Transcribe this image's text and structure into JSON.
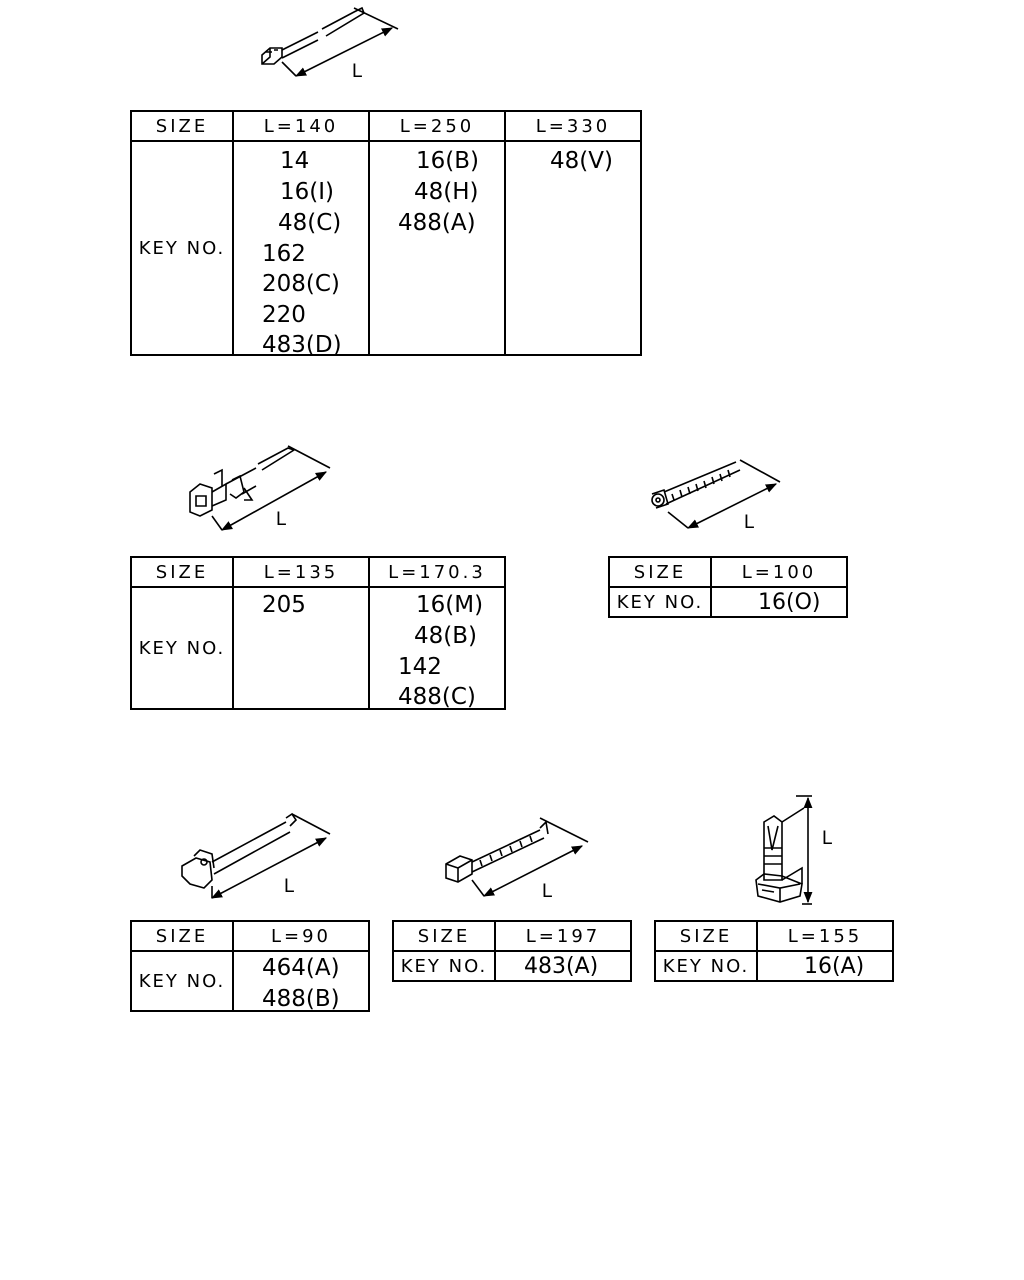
{
  "labels": {
    "size": "SIZE",
    "key_no": "KEY NO.",
    "dimension": "L"
  },
  "table1": {
    "headers": [
      "L=140",
      "L=250",
      "L=330"
    ],
    "col1": [
      "14",
      "16(I)",
      "48(C)",
      "162",
      "208(C)",
      "220",
      "483(D)"
    ],
    "col2": [
      "16(B)",
      "48(H)",
      "488(A)"
    ],
    "col3": [
      "48(V)"
    ]
  },
  "table2": {
    "headers": [
      "L=135",
      "L=170.3"
    ],
    "col1": [
      "205"
    ],
    "col2": [
      "16(M)",
      "48(B)",
      "142",
      "488(C)"
    ]
  },
  "table3": {
    "header": "L=100",
    "key": "16(O)"
  },
  "table4": {
    "header": "L=90",
    "keys": [
      "464(A)",
      "488(B)"
    ]
  },
  "table5": {
    "header": "L=197",
    "key": "483(A)"
  },
  "table6": {
    "header": "L=155",
    "key": "16(A)"
  }
}
